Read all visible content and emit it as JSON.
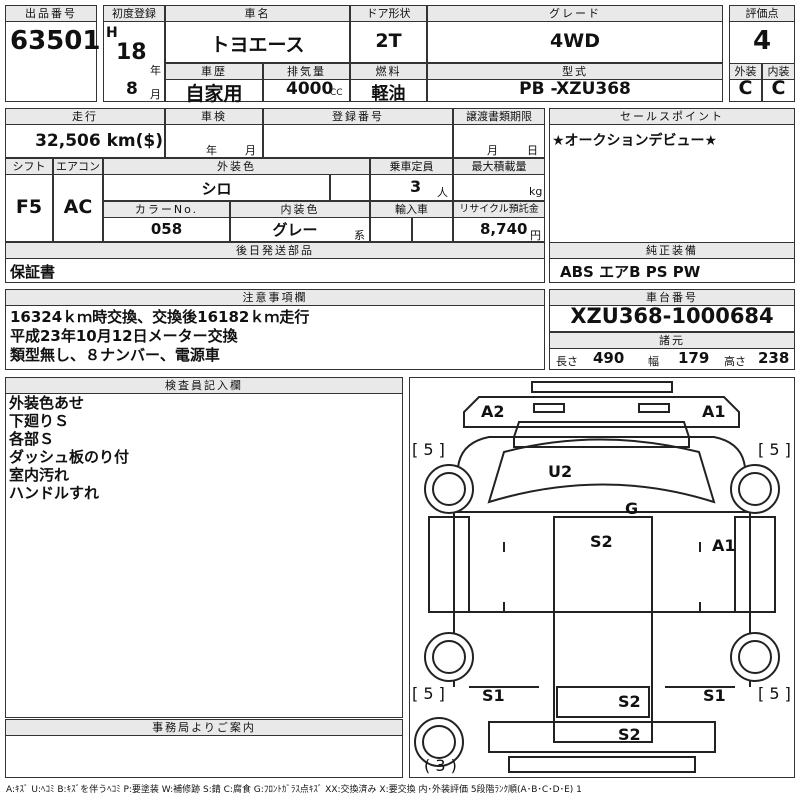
{
  "header": {
    "lot_label": "出品番号",
    "lot": "63501",
    "first_reg_label": "初度登録",
    "era": "H",
    "year_num": "18",
    "year_unit": "年",
    "month_num": "8",
    "month_unit": "月",
    "car_name_label": "車名",
    "car_name": "トヨエース",
    "door_label": "ドア形状",
    "door": "2T",
    "grade_label": "グレード",
    "grade": "4WD",
    "score_label": "評価点",
    "score": "4",
    "history_label": "車歴",
    "history": "自家用",
    "displacement_label": "排気量",
    "displacement": "4000",
    "cc": "CC",
    "fuel_label": "燃料",
    "fuel": "軽油",
    "model_label": "型式",
    "model": "PB -XZU368",
    "ext_label": "外装",
    "ext": "C",
    "int_label": "内装",
    "int": "C"
  },
  "row2": {
    "mileage_label": "走行",
    "mileage": "32,506 km($)",
    "inspection_label": "車検",
    "year_unit": "年",
    "month_unit": "月",
    "reg_no_label": "登録番号",
    "transfer_label": "譲渡書類期限",
    "transfer_month": "月",
    "transfer_day": "日",
    "sales_label": "セールスポイント",
    "sales": "★オークションデビュー★"
  },
  "row3": {
    "shift_label": "シフト",
    "shift": "F5",
    "ac_label": "エアコン",
    "ac": "AC",
    "color_label": "外装色",
    "color": "シロ",
    "capacity_label": "乗車定員",
    "capacity": "3",
    "person_unit": "人",
    "max_load_label": "最大積載量",
    "kg": "kg",
    "color_no_label": "カラーNo.",
    "color_no": "058",
    "int_color_label": "内装色",
    "int_color": "グレー",
    "int_color_suffix": "系",
    "import_label": "輸入車",
    "recycle_label": "リサイクル預託金",
    "recycle": "8,740",
    "yen": "円"
  },
  "row4": {
    "later_label": "後日発送部品",
    "later": "保証書",
    "equip_label": "純正装備",
    "equip": "ABS エアB PS PW"
  },
  "notes": {
    "label": "注意事項欄",
    "lines": "16324ｋｍ時交換、交換後16182ｋｍ走行\n平成23年10月12日メーター交換\n類型無し、８ナンバー、電源車"
  },
  "chassis": {
    "label": "車台番号",
    "value": "XZU368-1000684",
    "dims_label": "諸元",
    "length_label": "長さ",
    "length": "490",
    "width_label": "幅",
    "width": "179",
    "height_label": "高さ",
    "height": "238"
  },
  "inspector": {
    "label": "検査員記入欄",
    "lines": "外装色あせ\n下廻りＳ\n各部Ｓ\nダッシュ板のり付\n室内汚れ\nハンドルすれ"
  },
  "office": {
    "label": "事務局よりご案内"
  },
  "diagram": {
    "marks": [
      "A2",
      "A1",
      "U2",
      "G",
      "S2",
      "A1",
      "S1",
      "S2",
      "S1",
      "S2"
    ],
    "tires": [
      "[ 5 ]",
      "[ 5 ]",
      "[ 5 ]",
      "[ 5 ]",
      "( 3 )"
    ]
  },
  "legend": "A:ｷｽﾞ  U:ﾍｺﾐ  B:ｷｽﾞを伴うﾍｺﾐ  P:要塗装  W:補修跡  S:錆  C:腐食  G:ﾌﾛﾝﾄｶﾞﾗｽ点ｷｽﾞ  XX:交換済み  X:要交換   内･外装評価  5段階ﾗﾝｸ順(A･B･C･D･E) 1"
}
